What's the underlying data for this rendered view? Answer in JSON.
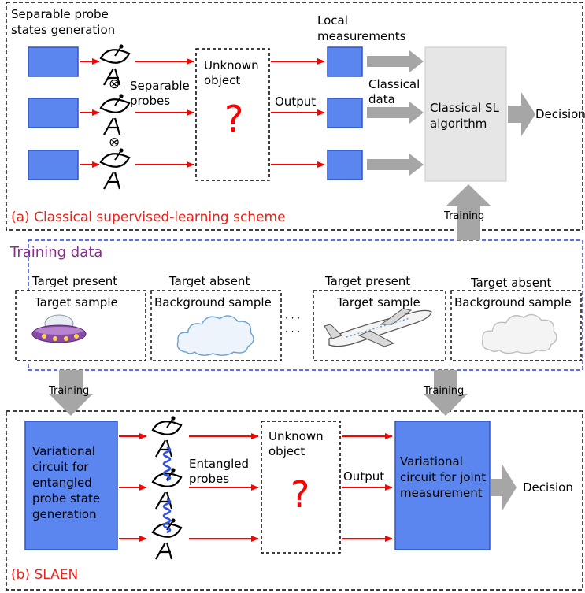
{
  "colors": {
    "accent_red": "#e8231a",
    "arrow_red": "#ff0000",
    "training_purple": "#8b2d8f",
    "box_blue": "#5b86f0",
    "box_blue_border": "#2f55c8",
    "classical_box": "#e6e6e6",
    "grey_arrow": "#a6a6a6",
    "entangle_blue": "#2f4fe0",
    "panel_blue_dash": "#2c3fd6"
  },
  "icons": [
    "satellite-dish-icon",
    "tensor-product-icon",
    "ufo-icon",
    "cloud-icon",
    "airplane-icon"
  ],
  "panel_a": {
    "probe_states_label": "Separable probe states generation",
    "separable_probes_label": "Separable probes",
    "tensor_symbol": "⊗",
    "unknown_object_label": "Unknown object",
    "question_mark": "?",
    "output_label": "Output",
    "local_measurements_label": "Local measurements",
    "classical_data_label": "Classical data",
    "classical_sl_label": "Classical SL algorithm",
    "decision_label": "Decision",
    "training_label": "Training",
    "caption_letter": "(a)",
    "caption_text": "Classical supervised-learning scheme"
  },
  "training_data": {
    "title": "Training data",
    "ellipsis": "· · ·",
    "samples": [
      {
        "status": "Target present",
        "label": "Target sample"
      },
      {
        "status": "Target absent",
        "label": "Background sample"
      },
      {
        "status": "Target present",
        "label": "Target sample"
      },
      {
        "status": "Target absent",
        "label": "Background sample"
      }
    ],
    "training_left": "Training",
    "training_right": "Training"
  },
  "panel_b": {
    "variational_gen_label": "Variational circuit for entangled probe state generation",
    "entangled_probes_label": "Entangled probes",
    "unknown_object_label": "Unknown object",
    "question_mark": "?",
    "output_label": "Output",
    "variational_meas_label": "Variational circuit for joint measurement",
    "decision_label": "Decision",
    "caption_letter": "(b)",
    "caption_text": "SLAEN"
  }
}
